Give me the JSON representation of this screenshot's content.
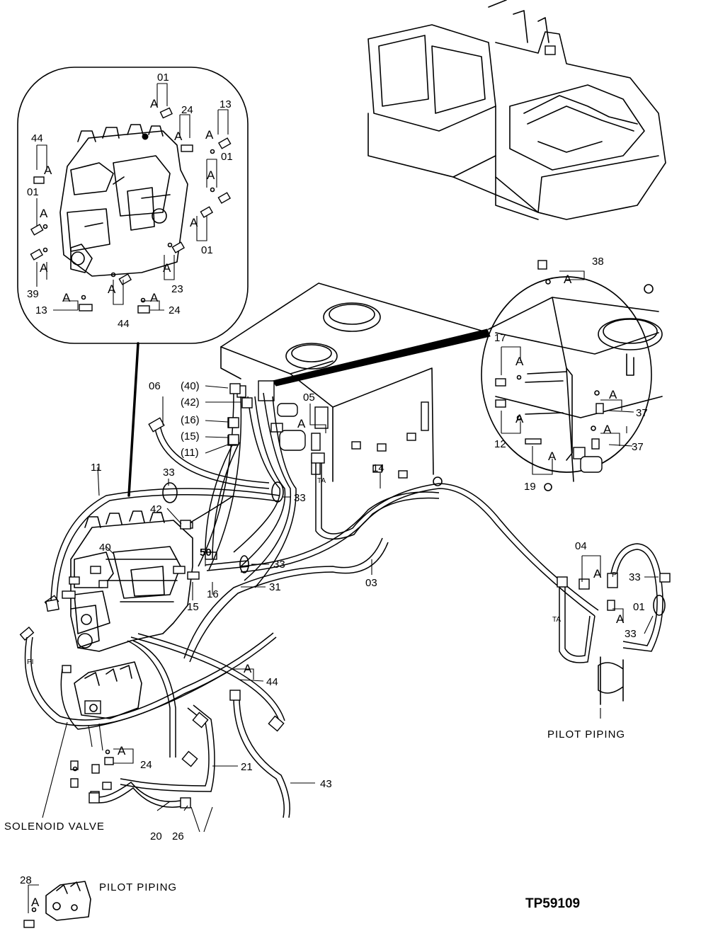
{
  "captions": {
    "pilot_piping_right": "PILOT PIPING",
    "pilot_piping_bottom": "PILOT PIPING",
    "solenoid_valve": "SOLENOID VALVE",
    "figure_code": "TP59109"
  },
  "callouts": [
    {
      "id": "c01a",
      "text": "01"
    },
    {
      "id": "c24a",
      "text": "24"
    },
    {
      "id": "c13a",
      "text": "13"
    },
    {
      "id": "c44a",
      "text": "44"
    },
    {
      "id": "c01b",
      "text": "01"
    },
    {
      "id": "c01c",
      "text": "01"
    },
    {
      "id": "c01d",
      "text": "01"
    },
    {
      "id": "c39",
      "text": "39"
    },
    {
      "id": "c23",
      "text": "23"
    },
    {
      "id": "c13b",
      "text": "13"
    },
    {
      "id": "c44b",
      "text": "44"
    },
    {
      "id": "c24b",
      "text": "24"
    },
    {
      "id": "c38",
      "text": "38"
    },
    {
      "id": "c17",
      "text": "17"
    },
    {
      "id": "c37a",
      "text": "37"
    },
    {
      "id": "c12",
      "text": "12"
    },
    {
      "id": "c37b",
      "text": "37"
    },
    {
      "id": "c19",
      "text": "19"
    },
    {
      "id": "c06",
      "text": "06"
    },
    {
      "id": "c40p",
      "text": "(40)"
    },
    {
      "id": "c42p",
      "text": "(42)"
    },
    {
      "id": "c16p",
      "text": "(16)"
    },
    {
      "id": "c15p",
      "text": "(15)"
    },
    {
      "id": "c11p",
      "text": "(11)"
    },
    {
      "id": "c05",
      "text": "05"
    },
    {
      "id": "c14",
      "text": "14"
    },
    {
      "id": "c11",
      "text": "11"
    },
    {
      "id": "c33a",
      "text": "33"
    },
    {
      "id": "c33b",
      "text": "33"
    },
    {
      "id": "c42",
      "text": "42"
    },
    {
      "id": "c40",
      "text": "40"
    },
    {
      "id": "c50",
      "text": "50"
    },
    {
      "id": "c33c",
      "text": "33"
    },
    {
      "id": "c31",
      "text": "31"
    },
    {
      "id": "c16",
      "text": "16"
    },
    {
      "id": "c15",
      "text": "15"
    },
    {
      "id": "c03",
      "text": "03"
    },
    {
      "id": "c04",
      "text": "04"
    },
    {
      "id": "c33d",
      "text": "33"
    },
    {
      "id": "c01e",
      "text": "01"
    },
    {
      "id": "c33e",
      "text": "33"
    },
    {
      "id": "c44c",
      "text": "44"
    },
    {
      "id": "c24c",
      "text": "24"
    },
    {
      "id": "c21",
      "text": "21"
    },
    {
      "id": "c43",
      "text": "43"
    },
    {
      "id": "c20",
      "text": "20"
    },
    {
      "id": "c26",
      "text": "26"
    },
    {
      "id": "c28",
      "text": "28"
    }
  ],
  "port_marks": {
    "A": "A",
    "TA": "TA",
    "PI": "PI"
  }
}
